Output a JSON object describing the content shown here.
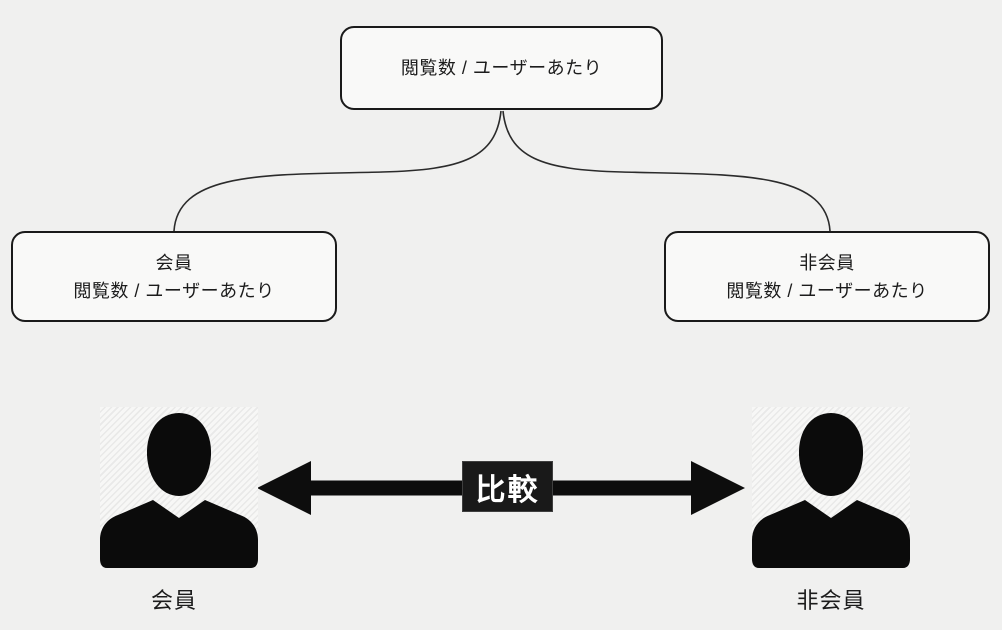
{
  "mindmap": {
    "root": {
      "label": "閲覧数 / ユーザーあたり"
    },
    "branches": [
      {
        "title": "会員",
        "subtitle": "閲覧数 / ユーザーあたり"
      },
      {
        "title": "非会員",
        "subtitle": "閲覧数 / ユーザーあたり"
      }
    ]
  },
  "comparison": {
    "label": "比較",
    "left_person": {
      "caption": "会員"
    },
    "right_person": {
      "caption": "非会員"
    }
  },
  "colors": {
    "background": "#f0f0ef",
    "node_fill": "#f9f9f8",
    "node_border": "#1a1a1a",
    "connector": "#2b2b2b",
    "arrow": "#0d0d0d",
    "label_bg": "#191919",
    "label_text": "#ffffff",
    "text": "#1c1c1c"
  }
}
